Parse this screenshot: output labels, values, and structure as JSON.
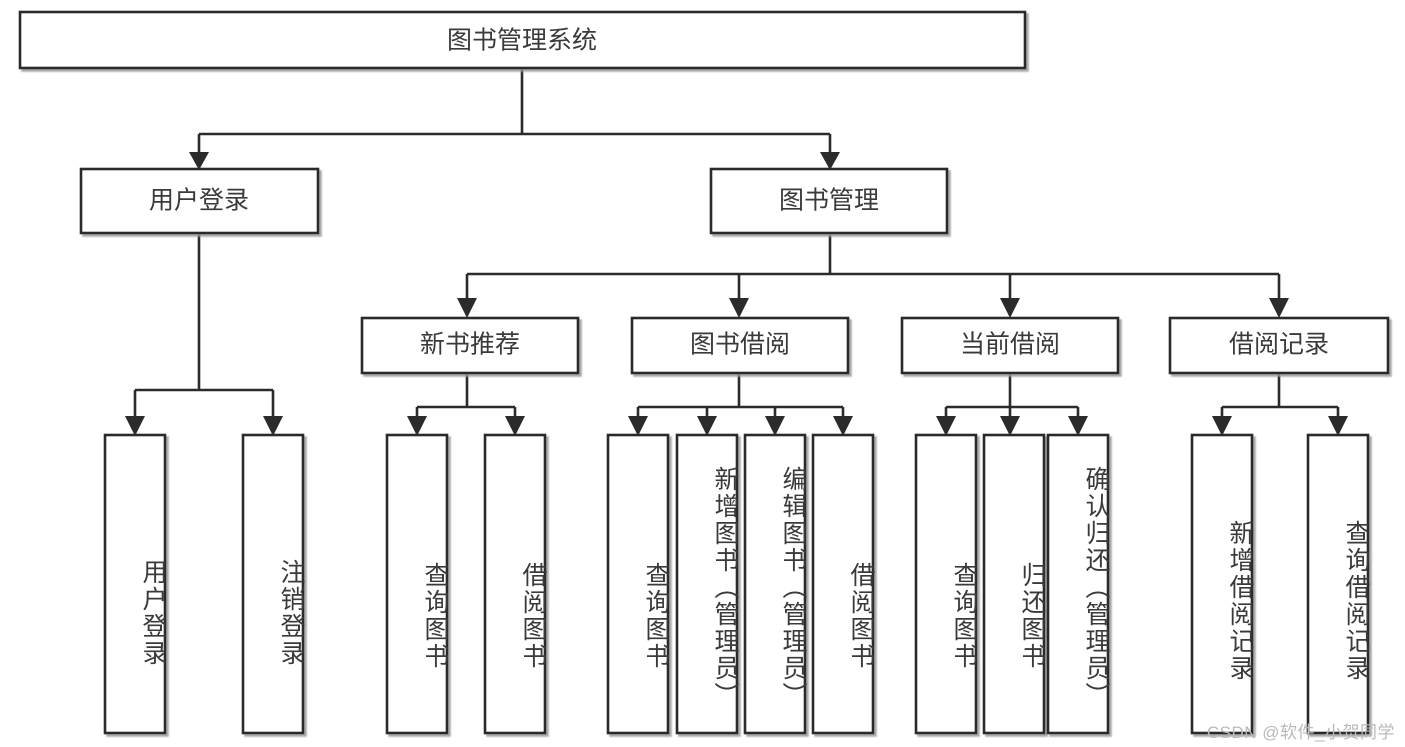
{
  "diagram": {
    "type": "hierarchy-tree",
    "title": "图书管理系统",
    "orientation": "top-down",
    "colors": {
      "box_stroke": "#2b2b2b",
      "box_fill": "#ffffff",
      "text": "#3a3a3a",
      "background": "#ffffff",
      "watermark": "#b9b9b9"
    },
    "levels": {
      "root": {
        "label": "图书管理系统"
      },
      "level2": [
        {
          "label": "用户登录"
        },
        {
          "label": "图书管理"
        }
      ],
      "level3": [
        {
          "label": "新书推荐"
        },
        {
          "label": "图书借阅"
        },
        {
          "label": "当前借阅"
        },
        {
          "label": "借阅记录"
        }
      ],
      "leaves": [
        {
          "label": "用户登录",
          "parent": "用户登录"
        },
        {
          "label": "注销登录",
          "parent": "用户登录"
        },
        {
          "label": "查询图书",
          "parent": "新书推荐"
        },
        {
          "label": "借阅图书",
          "parent": "新书推荐"
        },
        {
          "label": "查询图书",
          "parent": "图书借阅"
        },
        {
          "label": "新增图书（管理员）",
          "parent": "图书借阅"
        },
        {
          "label": "编辑图书（管理员）",
          "parent": "图书借阅"
        },
        {
          "label": "借阅图书",
          "parent": "图书借阅"
        },
        {
          "label": "查询图书",
          "parent": "当前借阅"
        },
        {
          "label": "归还图书",
          "parent": "当前借阅"
        },
        {
          "label": "确认归还（管理员）",
          "parent": "当前借阅"
        },
        {
          "label": "新增借阅记录",
          "parent": "借阅记录"
        },
        {
          "label": "查询借阅记录",
          "parent": "借阅记录"
        }
      ]
    },
    "watermark": "CSDN @软件_小贺同学"
  }
}
